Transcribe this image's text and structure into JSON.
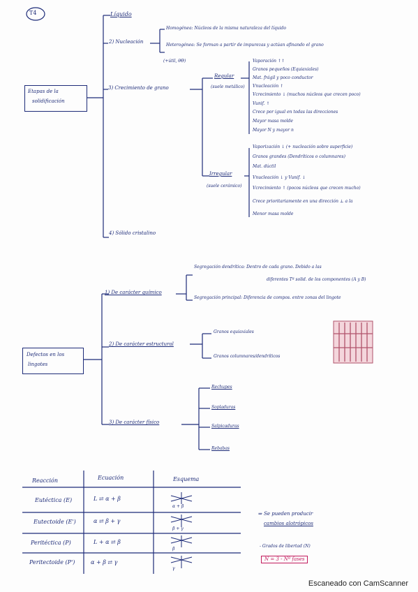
{
  "tag": "T4",
  "solidification": {
    "root": [
      "Etapas de la",
      "solidificación"
    ],
    "stages": [
      "Líquido",
      "2) Nucleación",
      "3) Crecimiento de grano",
      "4) Sólido cristalino"
    ],
    "nucleation": [
      "Homogénea: Núcleos de la misma naturaleza del líquido",
      "Heterogénea: Se forman a partir de impurezas y actúan afinando el grano"
    ],
    "nucleation_note": "(+útil, θΘ)",
    "growth": {
      "regular": {
        "title": "Regular",
        "sub": "(suele metálico)",
        "items": [
          "Vaporación ↑↑",
          "Granos pequeños (Equiaxiales)",
          "Mat. frágil y poco conductor",
          "Vnucleación ↑",
          "Vcrecimiento ↓ (muchos núcleos que crecen poco)",
          "Vunif. ↑",
          "Crece por igual en todas las direcciones",
          "Mayor masa molde",
          "Mayor N y mayor n"
        ]
      },
      "irregular": {
        "title": "Irregular",
        "sub": "(suele cerámico)",
        "items": [
          "Vaporización ↓ (+ nucleación sobre superficie)",
          "Granos grandes (Dendríticos o columnares)",
          "Mat. dúctil",
          "Vnucleación ↓ y Vunif. ↓",
          "Vcrecimiento ↑ (pocos núcleos que crecen mucho)",
          "Crece prioritariamente en una dirección ⊥ a la",
          "Menor masa molde"
        ]
      }
    }
  },
  "defects": {
    "root": [
      "Defectos en los",
      "lingotes"
    ],
    "categories": [
      "1) De carácter químico",
      "2) De carácter estructural",
      "3) De carácter físico"
    ],
    "chemical": [
      "Segregación dendrítica: Dentro de cada grano. Debido a las",
      "Segregación principal: Diferencia de compos. entre zonas del lingote"
    ],
    "chemical_cont": "diferentes Tª solid. de los componentes (A y B)",
    "structural": [
      "Granos equiaxiales",
      "Granos columnares/dendríticos"
    ],
    "physical": [
      "Rechupes",
      "Sopladuras",
      "Salpicaduras",
      "Rebabas"
    ]
  },
  "table": {
    "headers": [
      "Reacción",
      "Ecuación",
      "Esquema"
    ],
    "rows": [
      [
        "Eutéctica (E)",
        "L ⇄ α + β",
        "α + β"
      ],
      [
        "Eutectoide (E')",
        "α ⇄ β + γ",
        "β + γ"
      ],
      [
        "Peritéctica (P)",
        "L + α ⇄ β",
        "β"
      ],
      [
        "Peritectoide (P')",
        "α + β ⇄ γ",
        "γ"
      ]
    ]
  },
  "notes": [
    "⇒ Se pueden producir",
    "cambios alotrópicos",
    "- Grados de libertad (N)",
    "N = 3 - Nº fases"
  ],
  "footer": "Escaneado con CamScanner"
}
